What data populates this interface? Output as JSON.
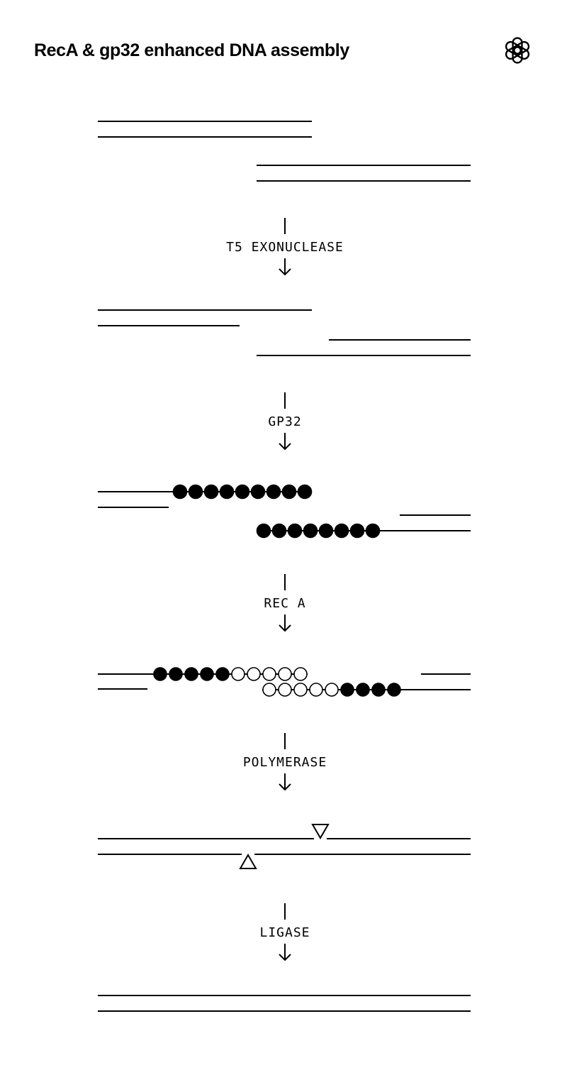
{
  "title": "RecA & gp32 enhanced DNA assembly",
  "logo": {
    "icon": "openai-logo-icon"
  },
  "steps": [
    {
      "label": "T5 EXONUCLEASE"
    },
    {
      "label": "GP32"
    },
    {
      "label": "REC A"
    },
    {
      "label": "POLYMERASE"
    },
    {
      "label": "LIGASE"
    }
  ],
  "legend_colors": {
    "strand": "#000000",
    "gp32_bead": "#000000",
    "reca_bead": "#ffffff"
  }
}
